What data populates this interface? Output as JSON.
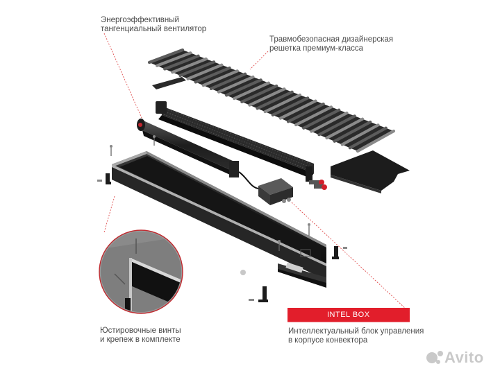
{
  "labels": {
    "fan_line1": "Энергоэффективный",
    "fan_line2": "тангенциальный вентилятор",
    "grille_line1": "Травмобезопасная дизайнерская",
    "grille_line2": "решетка премиум-класса",
    "screws_line1": "Юстировочные винты",
    "screws_line2": "и крепеж в комплекте",
    "control_line1": "Интеллектуальный блок управления",
    "control_line2": "в корпусе конвектора"
  },
  "badge": {
    "text": "INTEL BOX"
  },
  "watermark": {
    "text": "Avito"
  },
  "colors": {
    "accent": "#e21e2b",
    "body": "#1e1e1e",
    "grille": "#6c6c6c"
  }
}
